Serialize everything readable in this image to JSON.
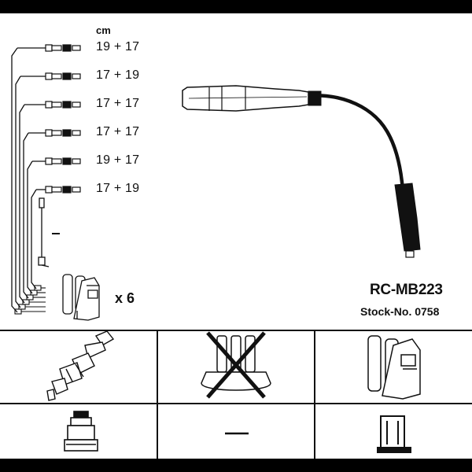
{
  "unit_label": "cm",
  "lengths": [
    "19 + 17",
    "17 + 19",
    "17 + 17",
    "17 + 17",
    "19 + 17",
    "17 + 19"
  ],
  "multiplier": "x 6",
  "part_number": "RC-MB223",
  "stock_number": "Stock-No. 0758",
  "colors": {
    "ink": "#111111",
    "background": "#ffffff",
    "outer": "#000000"
  },
  "icons": {
    "spark_plug": "spark-plug-icon",
    "distributor_cap": "distributor-cap-crossed-icon",
    "coil_pack": "ignition-coil-icon",
    "connector": "plug-connector-icon",
    "blank": "dash",
    "terminal": "terminal-icon"
  }
}
